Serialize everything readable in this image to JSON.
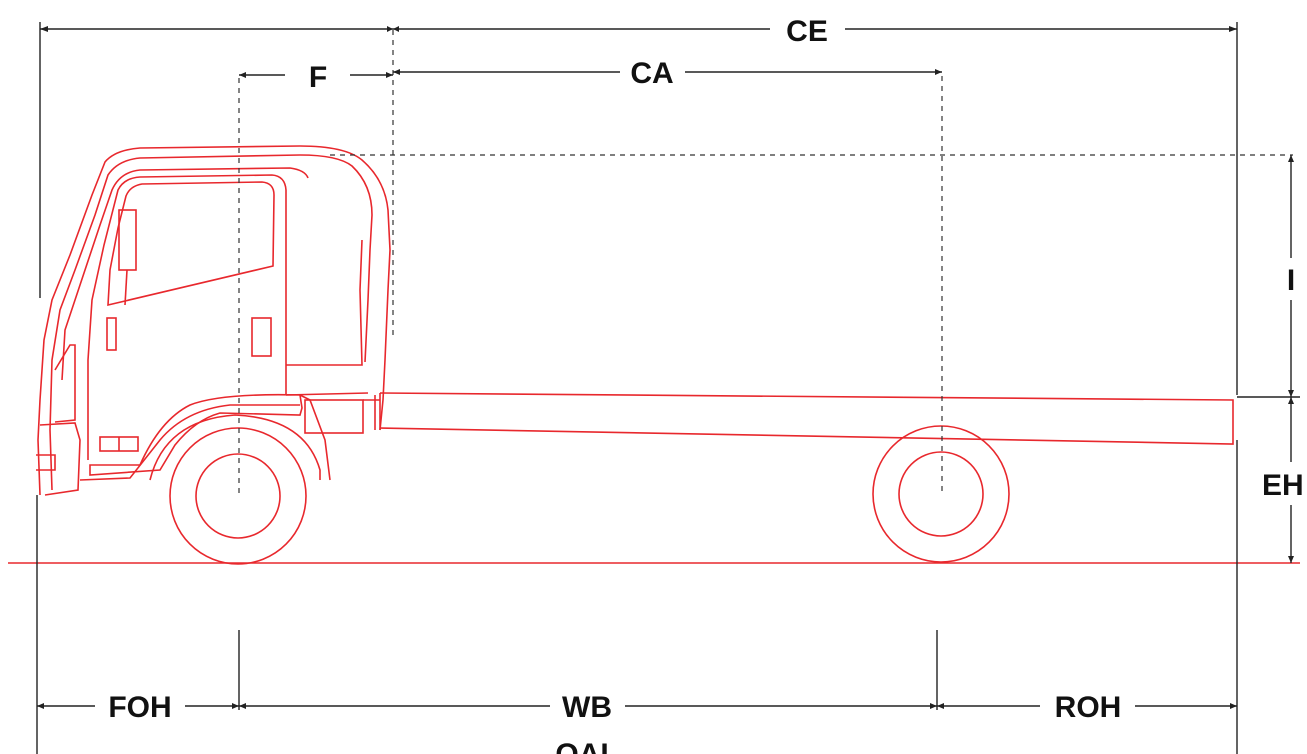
{
  "colors": {
    "truck_outline": "#e8282d",
    "dimension_lines": "#222222",
    "background": "#ffffff"
  },
  "labels": {
    "ce": "CE",
    "ca": "CA",
    "f": "F",
    "i": "I",
    "eh": "EH",
    "foh": "FOH",
    "wb": "WB",
    "roh": "ROH",
    "oal": "OAL"
  }
}
